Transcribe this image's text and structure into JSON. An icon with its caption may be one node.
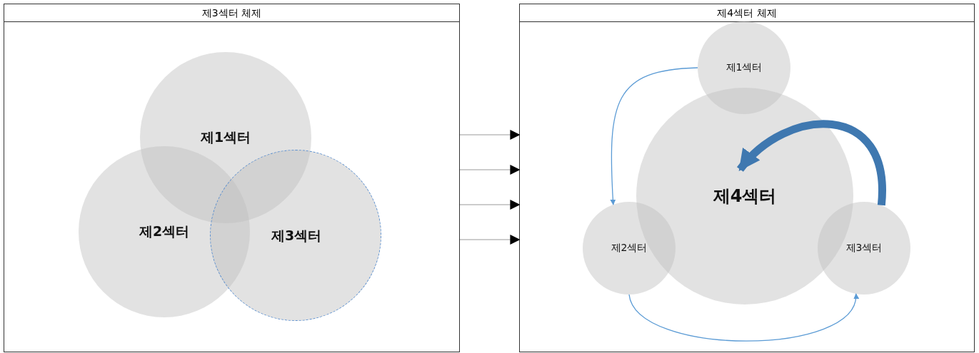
{
  "diagram": {
    "nodes": [
      {
        "text": [
          "제3섹터 체제"
        ]
      },
      {
        "text": [
          "제1섹터"
        ],
        "in": 0
      },
      {
        "text": [
          "제2섹터"
        ],
        "in": 0
      },
      {
        "text": [
          "제3섹터"
        ],
        "in": 0
      },
      {
        "text": [
          "제4섹터 체제"
        ]
      },
      {
        "text": [
          "제1섹터"
        ],
        "in": 4
      },
      {
        "text": [
          "제4섹터"
        ],
        "in": 4
      },
      {
        "text": [
          "제2섹터"
        ],
        "in": 4
      },
      {
        "text": [
          "제3섹터"
        ],
        "in": 4
      }
    ],
    "edges": [
      {
        "from": 0,
        "to": 4,
        "arrow": "to"
      },
      {
        "from": 0,
        "to": 4,
        "arrow": "to"
      },
      {
        "from": 0,
        "to": 4,
        "arrow": "to"
      },
      {
        "from": 0,
        "to": 4,
        "arrow": "to"
      },
      {
        "from": 5,
        "to": 7,
        "arrow": "to",
        "color": "#5b9bd5"
      },
      {
        "from": 7,
        "to": 8,
        "arrow": "to",
        "color": "#5b9bd5"
      },
      {
        "from": 8,
        "to": 6,
        "arrow": "to",
        "style": "thick",
        "color": "#3f78b0"
      }
    ]
  }
}
